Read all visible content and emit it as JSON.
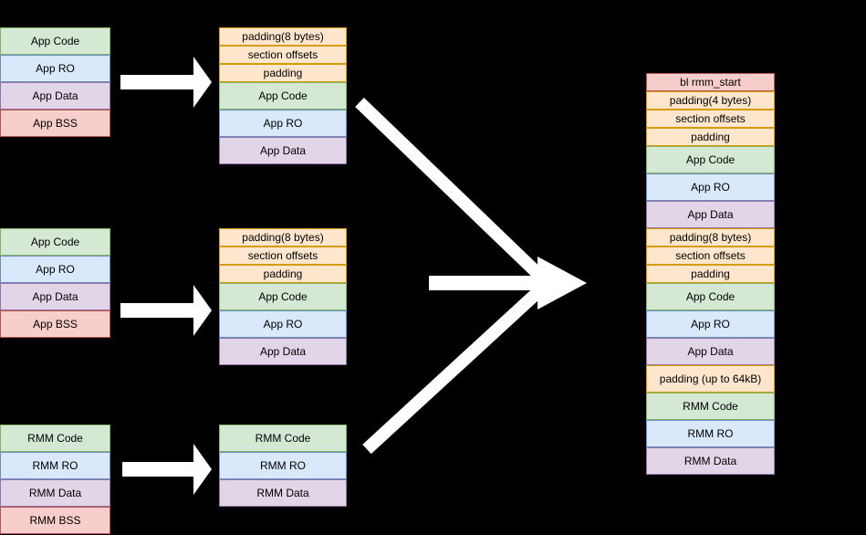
{
  "colors": {
    "background": "#000000",
    "arrow": "#ffffff",
    "text": "#000000"
  },
  "palette": {
    "code": {
      "fill": "#d5e8d4",
      "stroke": "#82b366"
    },
    "ro": {
      "fill": "#dae8fc",
      "stroke": "#6c8ebf"
    },
    "data": {
      "fill": "#e1d5e7",
      "stroke": "#9673a6"
    },
    "bss": {
      "fill": "#f8cecc",
      "stroke": "#b85450"
    },
    "padding": {
      "fill": "#ffe6cc",
      "stroke": "#d79b00"
    }
  },
  "stacks": {
    "app_source_1": {
      "rows": [
        {
          "label": "App Code",
          "type": "code",
          "h": 30
        },
        {
          "label": "App RO",
          "type": "ro",
          "h": 30
        },
        {
          "label": "App Data",
          "type": "data",
          "h": 30
        },
        {
          "label": "App BSS",
          "type": "bss",
          "h": 30
        }
      ]
    },
    "app_source_2": {
      "rows": [
        {
          "label": "App Code",
          "type": "code",
          "h": 30
        },
        {
          "label": "App RO",
          "type": "ro",
          "h": 30
        },
        {
          "label": "App Data",
          "type": "data",
          "h": 30
        },
        {
          "label": "App BSS",
          "type": "bss",
          "h": 30
        }
      ]
    },
    "rmm_source": {
      "rows": [
        {
          "label": "RMM Code",
          "type": "code",
          "h": 30
        },
        {
          "label": "RMM RO",
          "type": "ro",
          "h": 30
        },
        {
          "label": "RMM Data",
          "type": "data",
          "h": 30
        },
        {
          "label": "RMM BSS",
          "type": "bss",
          "h": 30
        }
      ]
    },
    "app_packaged_1": {
      "rows": [
        {
          "label": "padding(8 bytes)",
          "type": "padding",
          "h": 20
        },
        {
          "label": "section offsets",
          "type": "padding",
          "h": 20
        },
        {
          "label": "padding",
          "type": "padding",
          "h": 20
        },
        {
          "label": "App Code",
          "type": "code",
          "h": 30
        },
        {
          "label": "App RO",
          "type": "ro",
          "h": 30
        },
        {
          "label": "App Data",
          "type": "data",
          "h": 30
        }
      ]
    },
    "app_packaged_2": {
      "rows": [
        {
          "label": "padding(8 bytes)",
          "type": "padding",
          "h": 20
        },
        {
          "label": "section offsets",
          "type": "padding",
          "h": 20
        },
        {
          "label": "padding",
          "type": "padding",
          "h": 20
        },
        {
          "label": "App Code",
          "type": "code",
          "h": 30
        },
        {
          "label": "App RO",
          "type": "ro",
          "h": 30
        },
        {
          "label": "App Data",
          "type": "data",
          "h": 30
        }
      ]
    },
    "rmm_packaged": {
      "rows": [
        {
          "label": "RMM Code",
          "type": "code",
          "h": 30
        },
        {
          "label": "RMM RO",
          "type": "ro",
          "h": 30
        },
        {
          "label": "RMM Data",
          "type": "data",
          "h": 30
        }
      ]
    },
    "final_image": {
      "rows": [
        {
          "label": "bl rmm_start",
          "type": "bss",
          "h": 20
        },
        {
          "label": "padding(4 bytes)",
          "type": "padding",
          "h": 20
        },
        {
          "label": "section offsets",
          "type": "padding",
          "h": 20
        },
        {
          "label": "padding",
          "type": "padding",
          "h": 20
        },
        {
          "label": "App Code",
          "type": "code",
          "h": 30
        },
        {
          "label": "App RO",
          "type": "ro",
          "h": 30
        },
        {
          "label": "App Data",
          "type": "data",
          "h": 30
        },
        {
          "label": "padding(8 bytes)",
          "type": "padding",
          "h": 20
        },
        {
          "label": "section offsets",
          "type": "padding",
          "h": 20
        },
        {
          "label": "padding",
          "type": "padding",
          "h": 20
        },
        {
          "label": "App Code",
          "type": "code",
          "h": 30
        },
        {
          "label": "App RO",
          "type": "ro",
          "h": 30
        },
        {
          "label": "App Data",
          "type": "data",
          "h": 30
        },
        {
          "label": "padding (up to 64kB)",
          "type": "padding",
          "h": 30
        },
        {
          "label": "RMM Code",
          "type": "code",
          "h": 30
        },
        {
          "label": "RMM RO",
          "type": "ro",
          "h": 30
        },
        {
          "label": "RMM Data",
          "type": "data",
          "h": 30
        }
      ]
    }
  }
}
